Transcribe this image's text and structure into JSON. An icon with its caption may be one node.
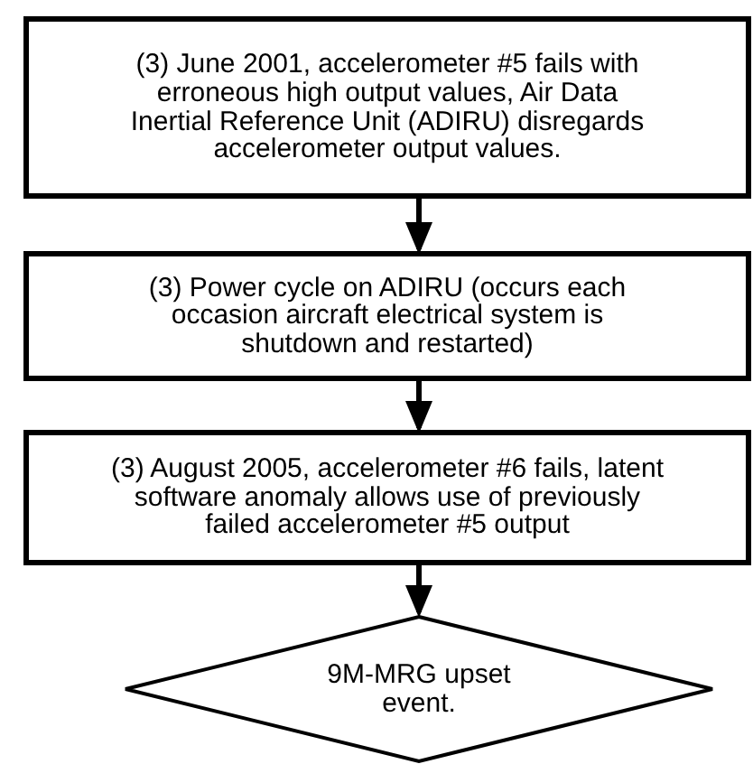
{
  "diagram": {
    "nodes": [
      {
        "text": [
          "(3) June 2001, accelerometer #5 fails with erroneous high output values, Air Data Inertial Reference Unit (ADIRU) disregards accelerometer output values."
        ]
      },
      {
        "text": [
          "(3) Power cycle on ADIRU (occurs each occasion aircraft electrical system is shutdown and restarted)"
        ]
      },
      {
        "text": [
          "(3) August 2005, accelerometer #6 fails, latent software anomaly allows use of previously failed accelerometer #5 output"
        ]
      },
      {
        "text": [
          "9M-MRG upset event."
        ]
      }
    ],
    "edges": [
      {
        "from": 0,
        "to": 1,
        "arrow": "to"
      },
      {
        "from": 1,
        "to": 2,
        "arrow": "to"
      },
      {
        "from": 2,
        "to": 3,
        "arrow": "to"
      }
    ]
  }
}
